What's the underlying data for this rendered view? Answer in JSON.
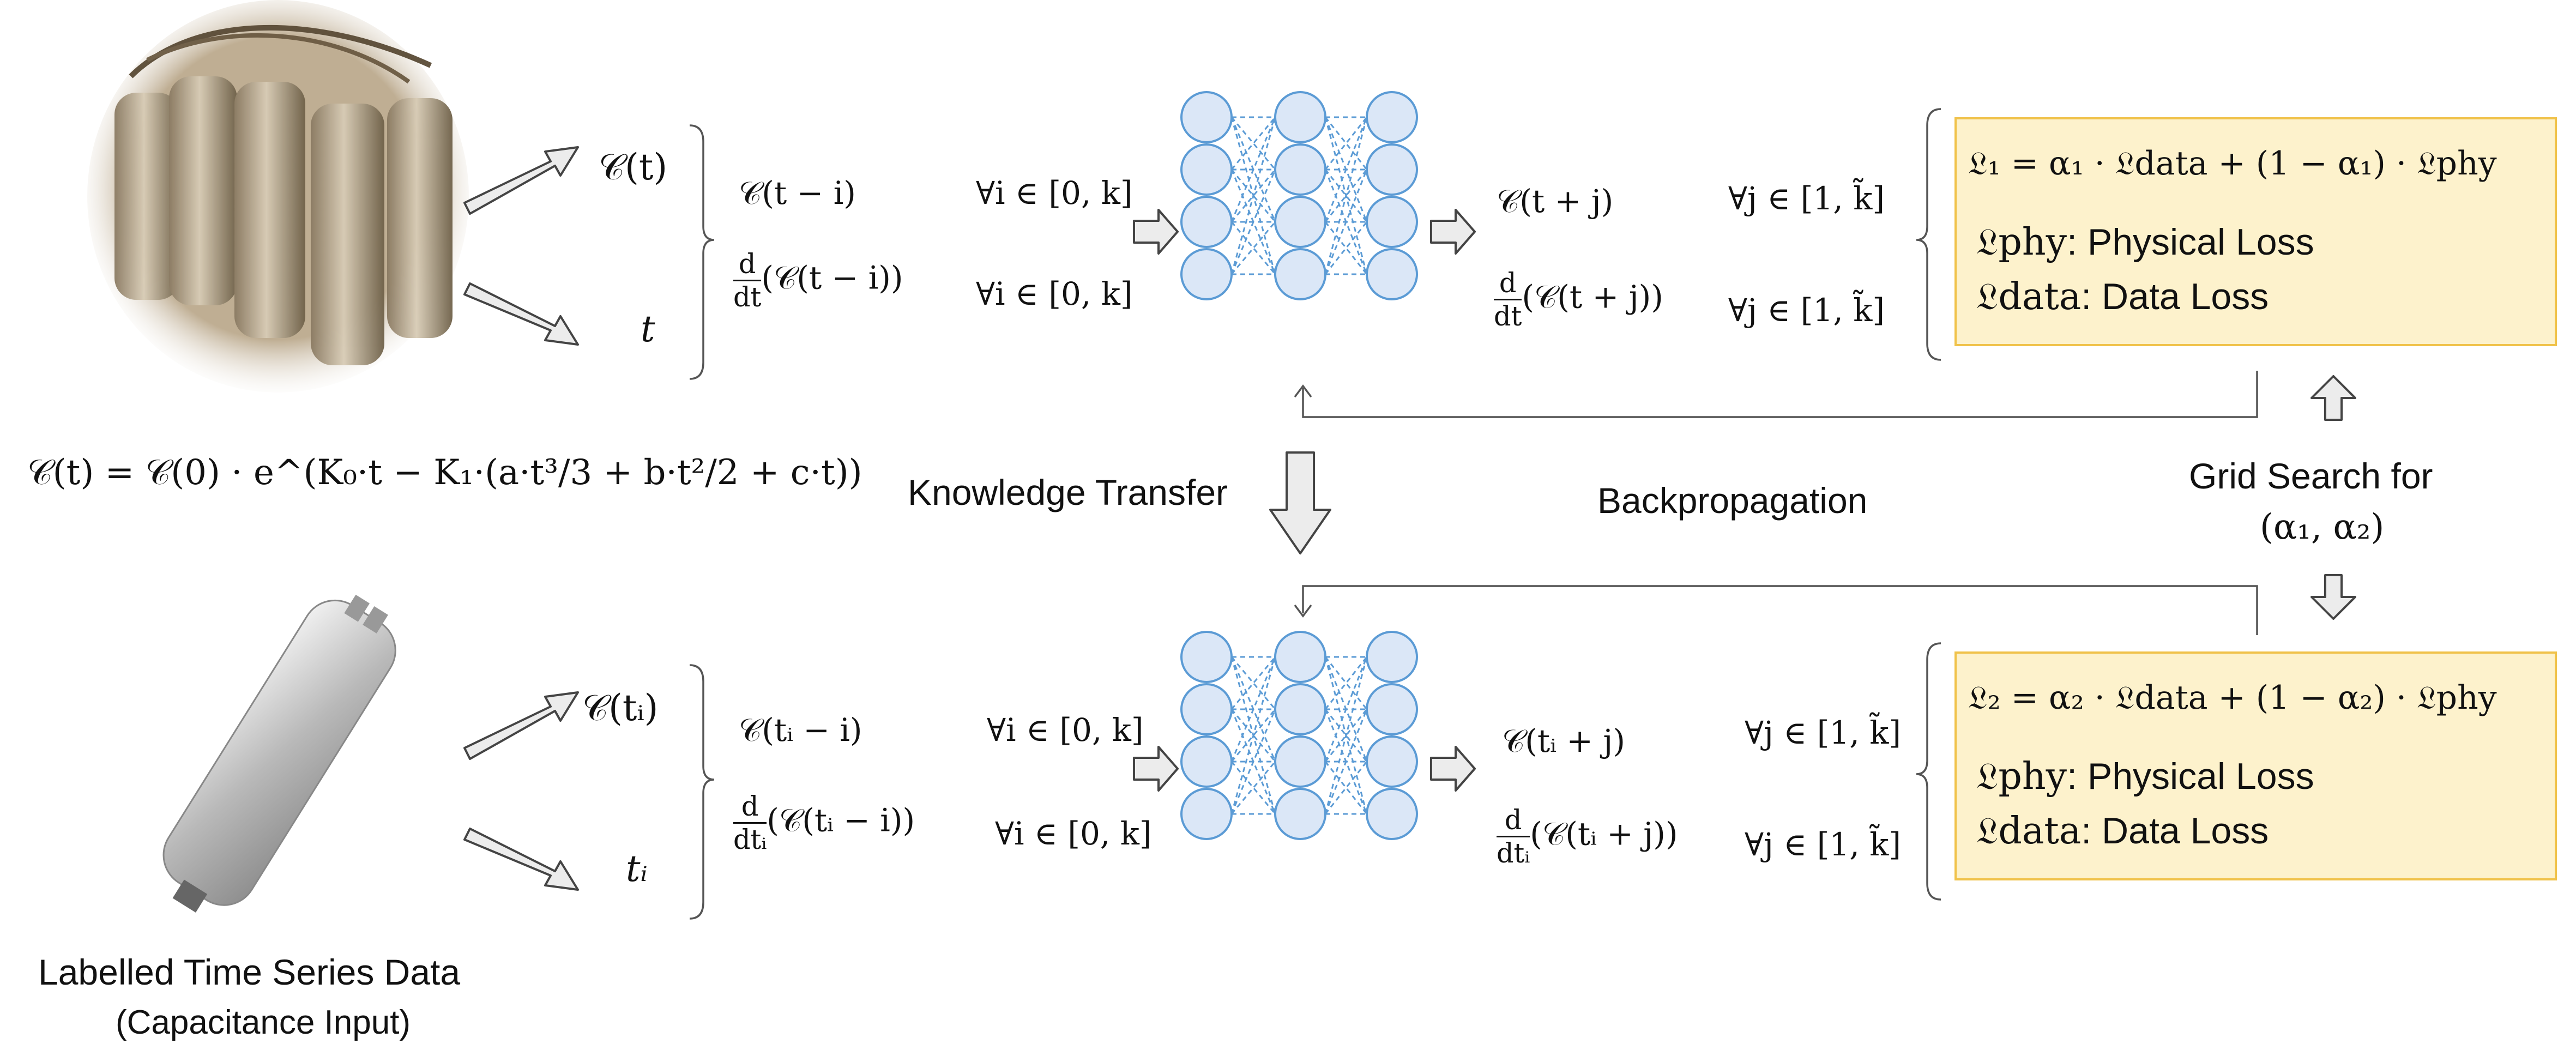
{
  "top": {
    "equation": "𝒞(t) = 𝒞(0) · e^(K₀·t − K₁·(a·t³/3 + b·t²/2 + c·t))",
    "input_c": "𝒞(t)",
    "input_t": "t",
    "feat_c": "𝒞(t − i)",
    "feat_c_range": "∀i ∈ [0, k]",
    "feat_d_prefix": "d",
    "feat_d_den": "dt",
    "feat_d_arg": "(𝒞(t − i))",
    "feat_d_range": "∀i ∈ [0, k]",
    "out_c": "𝒞(t + j)",
    "out_c_range": "∀j ∈ [1, k̃]",
    "out_d_prefix": "d",
    "out_d_den": "dt",
    "out_d_arg": "(𝒞(t + j))",
    "out_d_range": "∀j ∈ [1, k̃]",
    "loss_eq": "𝔏₁ = α₁ · 𝔏data + (1 − α₁) · 𝔏phy",
    "loss_phy_sym": "𝔏phy",
    "loss_phy_label": ": Physical Loss",
    "loss_data_sym": "𝔏data",
    "loss_data_label": ": Data Loss"
  },
  "bottom": {
    "input_c": "𝒞(tᵢ)",
    "input_t": "tᵢ",
    "feat_c": "𝒞(tᵢ − i)",
    "feat_c_range": "∀i ∈ [0, k]",
    "feat_d_prefix": "d",
    "feat_d_den": "dtᵢ",
    "feat_d_arg": "(𝒞(tᵢ − i))",
    "feat_d_range": "∀i ∈ [0, k]",
    "out_c": "𝒞(tᵢ + j)",
    "out_c_range": "∀j ∈ [1, k̃]",
    "out_d_prefix": "d",
    "out_d_den": "dtᵢ",
    "out_d_arg": "(𝒞(tᵢ + j))",
    "out_d_range": "∀j ∈ [1, k̃]",
    "loss_eq": "𝔏₂ = α₂ · 𝔏data + (1 − α₂) · 𝔏phy",
    "loss_phy_sym": "𝔏phy",
    "loss_phy_label": ": Physical Loss",
    "loss_data_sym": "𝔏data",
    "loss_data_label": ": Data Loss"
  },
  "labels": {
    "knowledge_transfer": "Knowledge Transfer",
    "backpropagation": "Backpropagation",
    "grid_search": "Grid Search for",
    "grid_params": "(α₁, α₂)",
    "caption_main": "Labelled Time Series Data",
    "caption_sub": "(Capacitance Input)"
  },
  "colors": {
    "node_fill": "#dbe7f7",
    "node_stroke": "#5b9bd5",
    "loss_box_fill": "#fdf2cc",
    "loss_box_border": "#f0c24a",
    "arrow_fill": "#ececec",
    "arrow_stroke": "#444444"
  }
}
